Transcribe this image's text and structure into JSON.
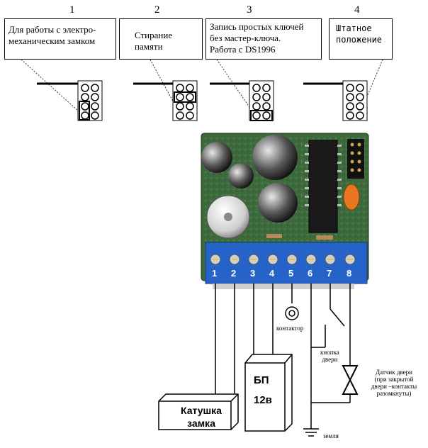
{
  "steps": [
    {
      "number": "1",
      "caption": "Для работы с электро-\nмеханическим замком"
    },
    {
      "number": "2",
      "caption": "Стирание\nпамяти"
    },
    {
      "number": "3",
      "caption": "Запись простых ключей\nбез мастер-ключа.\nРабота с DS1996"
    },
    {
      "number": "4",
      "caption": "Штатное\nположение"
    }
  ],
  "terminals": [
    "1",
    "2",
    "3",
    "4",
    "5",
    "6",
    "7",
    "8"
  ],
  "labels": {
    "contactor": "контактор",
    "button": "кнопка\nдвери",
    "sensor": "Датчик двери\n(при закрытой\nдвери –контакты\nразомкнуты)",
    "ground": "земля",
    "psu_line1": "БП",
    "psu_line2": "12в",
    "coil": "Катушка\nзамка"
  },
  "colors": {
    "terminal_block": "#2563c9",
    "board": "#3f6f3f"
  }
}
